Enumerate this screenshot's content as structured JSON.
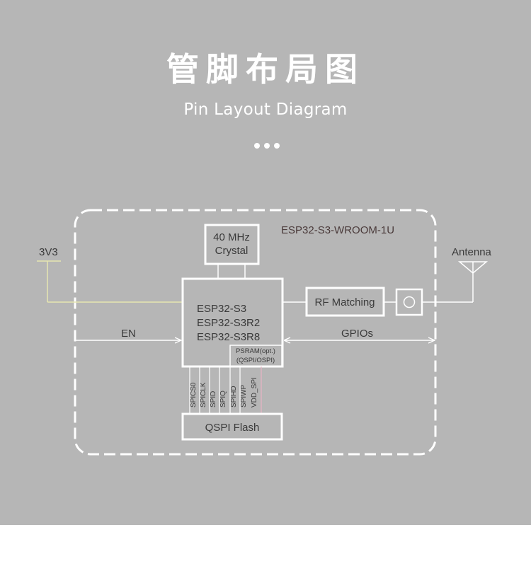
{
  "header": {
    "title_cn": "管脚布局图",
    "title_en": "Pin Layout Diagram"
  },
  "diagram": {
    "module_name": "ESP32-S3-WROOM-1U",
    "crystal": {
      "line1": "40 MHz",
      "line2": "Crystal"
    },
    "chip": {
      "line1": "ESP32-S3",
      "line2": "ESP32-S3R2",
      "line3": "ESP32-S3R8"
    },
    "psram": {
      "line1": "PSRAM(opt.)",
      "line2": "(QSPI/OSPI)"
    },
    "rf_matching": "RF Matching",
    "flash": "QSPI Flash",
    "power_label": "3V3",
    "enable_label": "EN",
    "gpio_label": "GPIOs",
    "antenna_label": "Antenna",
    "spi_pins": [
      "SPICS0",
      "SPICLK",
      "SPID",
      "SPIQ",
      "SPIHD",
      "SPIWP",
      "VDD_SPI"
    ]
  },
  "colors": {
    "background": "#b6b6b6",
    "stroke": "#ffffff",
    "power_line": "#e6e6b0",
    "vdd_line": "#e8b4c4"
  }
}
